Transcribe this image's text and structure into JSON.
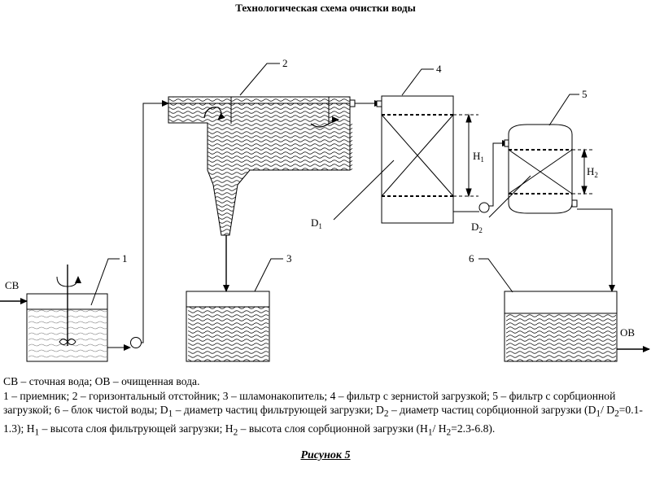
{
  "title": "Технологическая схема очистки воды",
  "diagram": {
    "inlet_label": "СВ",
    "outlet_label": "ОВ",
    "unit_numbers": [
      "1",
      "2",
      "3",
      "4",
      "5",
      "6"
    ],
    "d1": {
      "main": "D",
      "sub": "1"
    },
    "d2": {
      "main": "D",
      "sub": "2"
    },
    "h1": {
      "main": "H",
      "sub": "1"
    },
    "h2": {
      "main": "H",
      "sub": "2"
    }
  },
  "legend": {
    "line1": "СВ – сточная вода; ОВ – очищенная вода.",
    "line2_html": "1 – приемник; 2 – горизонтальный отстойник; 3 – шламонакопитель; 4 – фильтр с зернистой загрузкой; 5 – фильтр с сорбционной загрузкой; 6 – блок чистой воды; D<sub>1</sub> – диаметр частиц фильтрующей загрузки; D<sub>2</sub> – диаметр частиц сорбционной загрузки (D<sub>1</sub>/ D<sub>2</sub>=0.1-1.3); H<sub>1</sub> – высота слоя фильтрующей загрузки; H<sub>2</sub> – высота слоя сорбционной загрузки (H<sub>1</sub>/ H<sub>2</sub>=2.3-6.8)."
  },
  "caption": "Рисунок 5"
}
